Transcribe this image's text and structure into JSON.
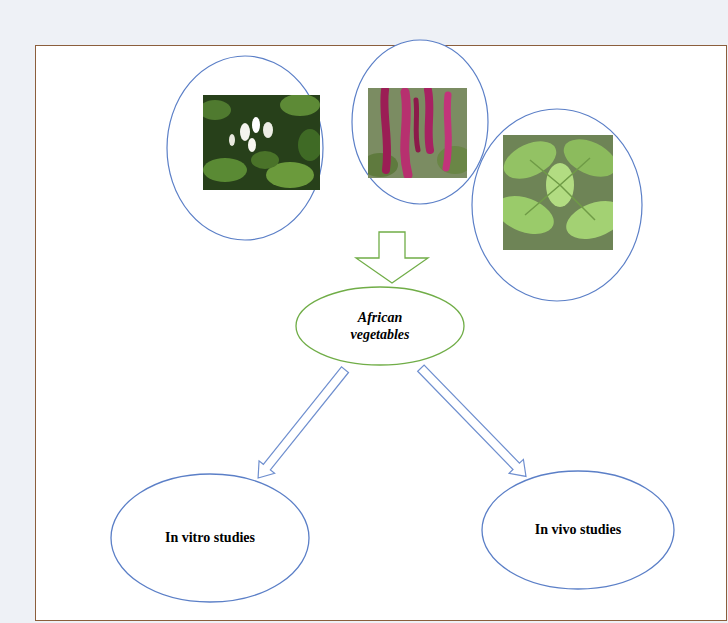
{
  "diagram": {
    "nodes": [
      {
        "text": [
          "African vegetables"
        ]
      },
      {
        "text": [
          "In vitro studies"
        ]
      },
      {
        "text": [
          "In vivo studies"
        ]
      }
    ],
    "edges": [
      {
        "from": 0,
        "to": 1,
        "arrow": "to"
      },
      {
        "from": 0,
        "to": 2,
        "arrow": "to"
      }
    ]
  }
}
